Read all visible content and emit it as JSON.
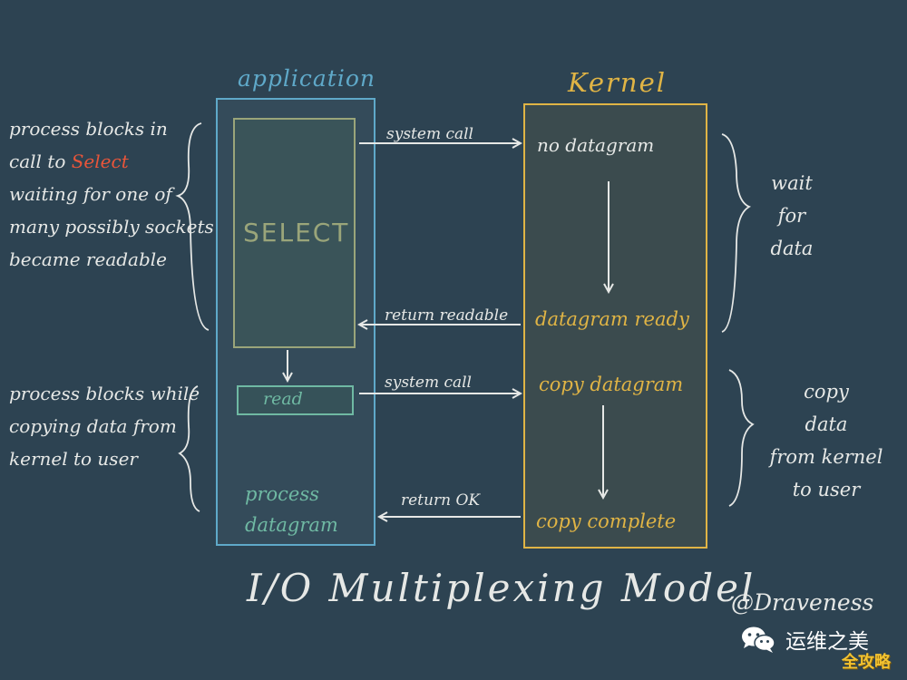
{
  "application": {
    "title": "application",
    "select_label": "SELECT",
    "read_label": "read",
    "process_line1": "process",
    "process_line2": "datagram"
  },
  "kernel": {
    "title": "Kernel",
    "no_datagram": "no datagram",
    "datagram_ready": "datagram ready",
    "copy_datagram": "copy datagram",
    "copy_complete": "copy complete"
  },
  "arrows": {
    "system_call_1": "system call",
    "return_readable": "return readable",
    "system_call_2": "system call",
    "return_ok": "return OK"
  },
  "left_notes": {
    "top": {
      "line1": "process blocks in",
      "line2_prefix": "call to ",
      "line2_accent": "Select",
      "line3": "waiting for one of",
      "line4": "many possibly sockets",
      "line5": "became readable"
    },
    "bottom": {
      "line1": "process blocks while",
      "line2": "copying data from",
      "line3": "kernel to user"
    }
  },
  "right_notes": {
    "top": {
      "line1": "wait",
      "line2": "for",
      "line3": "data"
    },
    "bottom": {
      "line1": "copy",
      "line2": "data",
      "line3": "from kernel",
      "line4": "to user"
    }
  },
  "footer": {
    "title": "I/O Multiplexing Model",
    "credit": "@Draveness",
    "wechat_name": "运维之美",
    "watermark": "全攻略"
  },
  "colors": {
    "background": "#2d4352",
    "application": "#5fa9c9",
    "kernel": "#e0b445",
    "select": "#9aa57a",
    "read": "#6fb9a3",
    "accent": "#e8553a"
  }
}
